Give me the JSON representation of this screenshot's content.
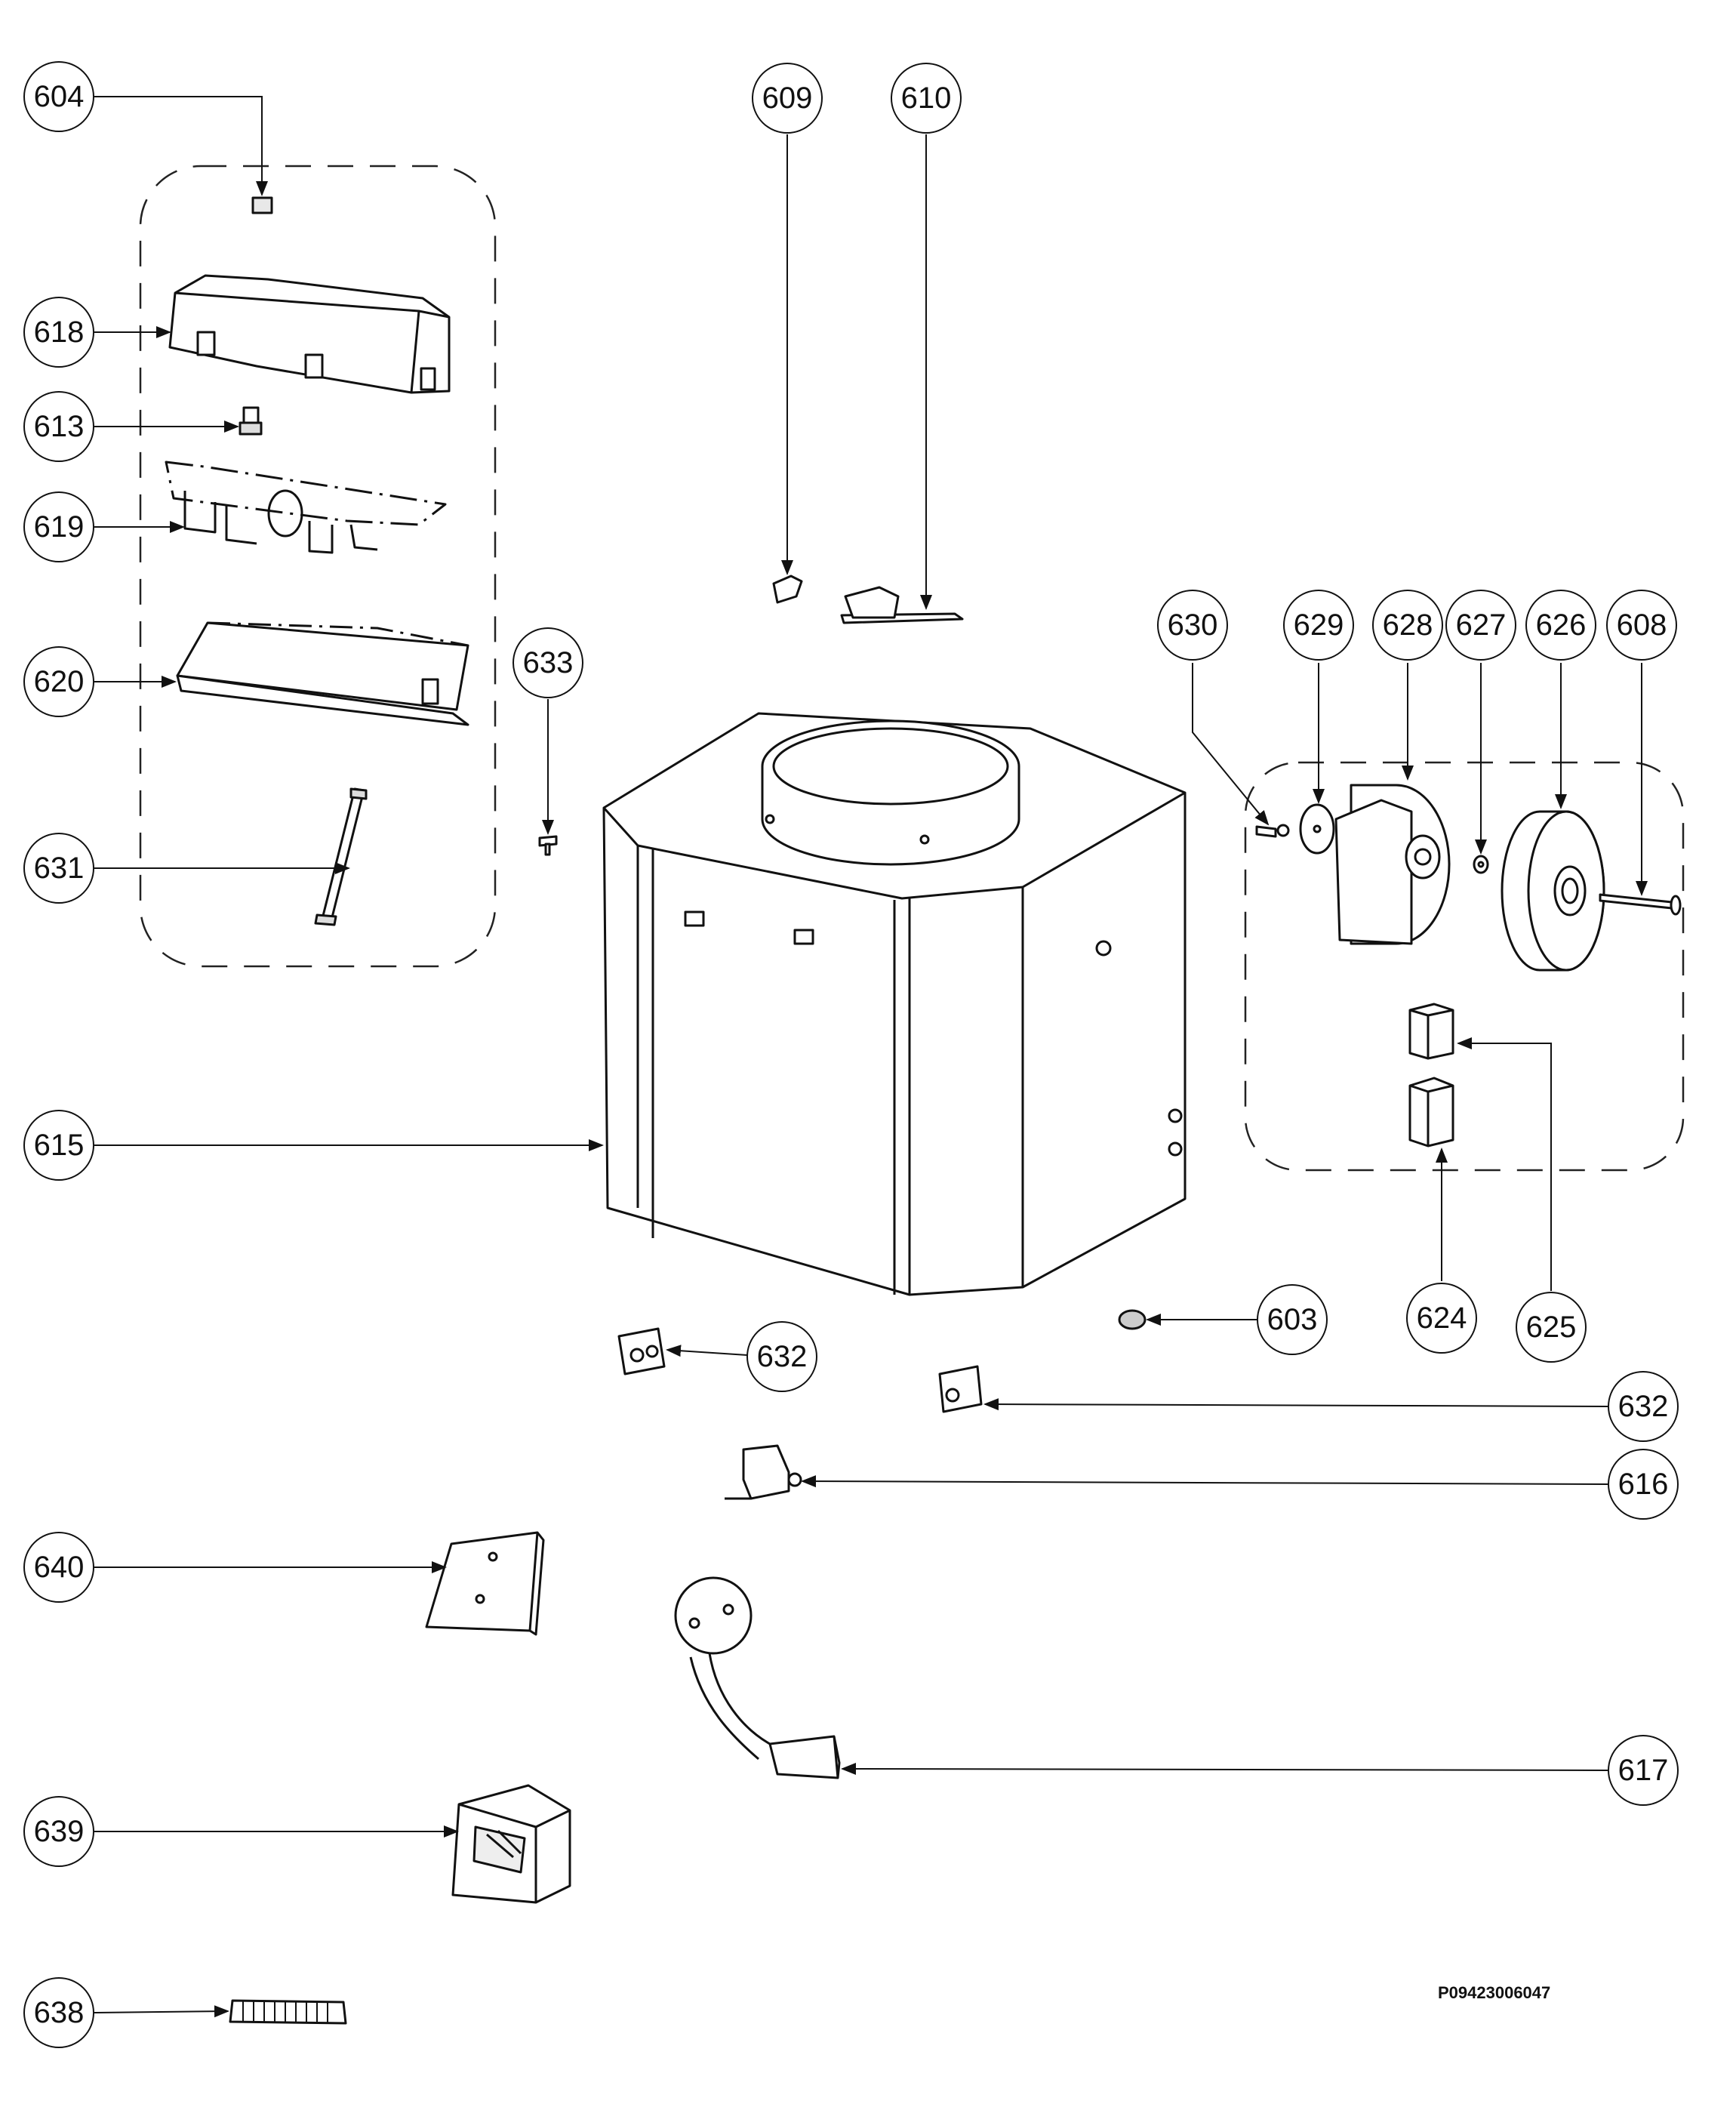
{
  "labels": {
    "l604": "604",
    "l609": "609",
    "l610": "610",
    "l618": "618",
    "l613": "613",
    "l619": "619",
    "l620": "620",
    "l633": "633",
    "l631": "631",
    "l630": "630",
    "l629": "629",
    "l628": "628",
    "l627": "627",
    "l626": "626",
    "l608": "608",
    "l615": "615",
    "l603": "603",
    "l624": "624",
    "l625": "625",
    "l632a": "632",
    "l632b": "632",
    "l616": "616",
    "l640": "640",
    "l617": "617",
    "l639": "639",
    "l638": "638"
  },
  "drawing_ref": "P09423006047"
}
